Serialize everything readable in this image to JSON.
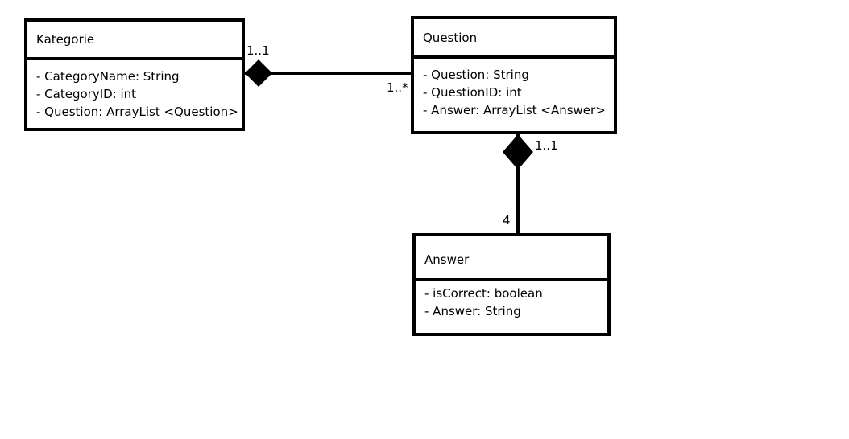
{
  "classes": {
    "kategorie": {
      "name": "Kategorie",
      "attributes": [
        "- CategoryName: String",
        "- CategoryID: int",
        "- Question: ArrayList <Question>"
      ]
    },
    "question": {
      "name": "Question",
      "attributes": [
        "- Question: String",
        "- QuestionID: int",
        "- Answer: ArrayList <Answer>"
      ]
    },
    "answer": {
      "name": "Answer",
      "attributes": [
        "- isCorrect: boolean",
        "- Answer: String"
      ]
    }
  },
  "associations": {
    "kategorie_question": {
      "type": "composition",
      "whole_multiplicity": "1..1",
      "part_multiplicity": "1..*"
    },
    "question_answer": {
      "type": "composition",
      "whole_multiplicity": "1..1",
      "part_multiplicity": "4"
    }
  },
  "colors": {
    "stroke": "#000000",
    "background": "#ffffff"
  }
}
